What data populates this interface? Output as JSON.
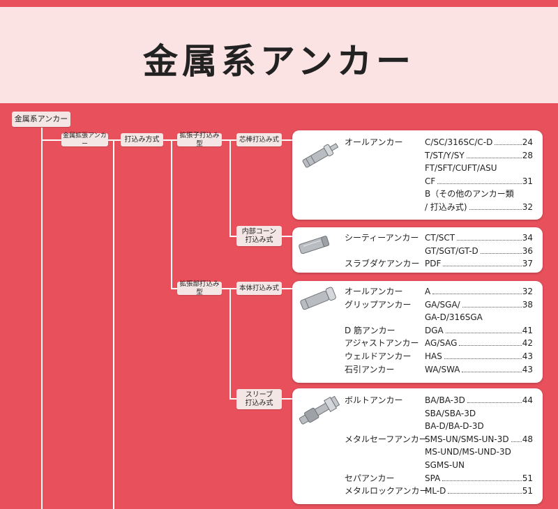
{
  "title": "金属系アンカー",
  "tree": {
    "root": "金属系アンカー",
    "expansion": "金属拡張アンカー",
    "method": "打込み方式",
    "child_expand": "拡張子打込み型",
    "body_expand": "拡張部打込み型",
    "core_drive": "芯棒打込み式",
    "inner_cone_1": "内部コーン",
    "inner_cone_2": "打込み式",
    "body_drive": "本体打込み式",
    "sleeve_1": "スリーブ",
    "sleeve_2": "打込み式"
  },
  "panels": [
    {
      "image": "all-anchor-image",
      "rows": [
        {
          "name": "オールアンカー",
          "model": "C/SC/316SC/C-D",
          "page": "24"
        },
        {
          "name": "",
          "model": "T/ST/Y/SY",
          "page": "28"
        },
        {
          "name": "",
          "model": "FT/SFT/CUFT/ASU",
          "page": ""
        },
        {
          "name": "",
          "model": "CF",
          "page": "31"
        },
        {
          "name": "",
          "model": "B（その他のアンカー類",
          "page": ""
        },
        {
          "name": "",
          "model": "/ 打込み式)",
          "page": "32"
        }
      ]
    },
    {
      "image": "ct-anchor-image",
      "rows": [
        {
          "name": "シーティーアンカー",
          "model": "CT/SCT",
          "page": "34"
        },
        {
          "name": "",
          "model": "GT/SGT/GT-D",
          "page": "36"
        },
        {
          "name": "スラブダケアンカー",
          "model": "PDF",
          "page": "37"
        }
      ]
    },
    {
      "image": "grip-anchor-image",
      "rows": [
        {
          "name": "オールアンカー",
          "model": "A",
          "page": "32"
        },
        {
          "name": "グリップアンカー",
          "model": "GA/SGA/",
          "page": "38"
        },
        {
          "name": "",
          "model": "GA-D/316SGA",
          "page": ""
        },
        {
          "name": "D 筋アンカー",
          "model": "DGA",
          "page": "41"
        },
        {
          "name": "アジャストアンカー",
          "model": "AG/SAG",
          "page": "42"
        },
        {
          "name": "ウェルドアンカー",
          "model": "HAS",
          "page": "43"
        },
        {
          "name": "石引アンカー",
          "model": "WA/SWA",
          "page": "43"
        }
      ]
    },
    {
      "image": "bolt-anchor-image",
      "rows": [
        {
          "name": "ボルトアンカー",
          "model": "BA/BA-3D",
          "page": "44"
        },
        {
          "name": "",
          "model": "SBA/SBA-3D",
          "page": ""
        },
        {
          "name": "",
          "model": "BA-D/BA-D-3D",
          "page": ""
        },
        {
          "name": "メタルセーフアンカー",
          "model": "SMS-UN/SMS-UN-3D",
          "page": "48"
        },
        {
          "name": "",
          "model": "MS-UND/MS-UND-3D",
          "page": ""
        },
        {
          "name": "",
          "model": "SGMS-UN",
          "page": ""
        },
        {
          "name": "セパアンカー",
          "model": "SPA",
          "page": "51"
        },
        {
          "name": "メタルロックアンカー",
          "model": "ML-D",
          "page": "51"
        }
      ]
    }
  ]
}
